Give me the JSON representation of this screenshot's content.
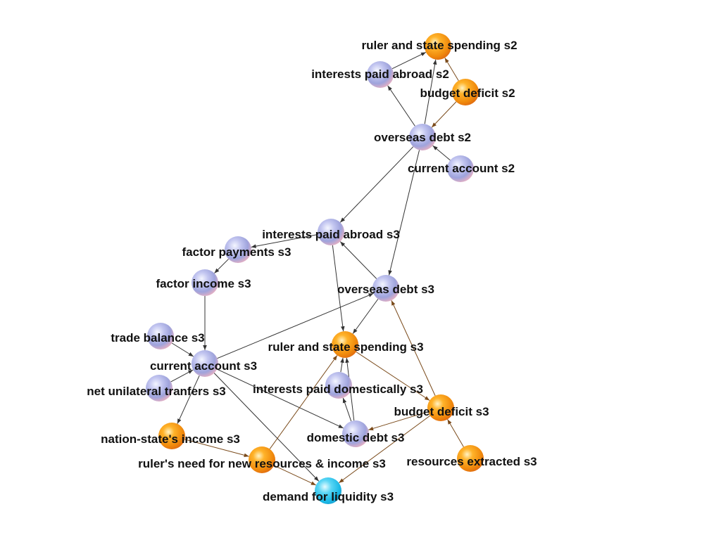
{
  "nodes": [
    {
      "id": "rss2",
      "label": "ruler and state spending s2",
      "kind": "orange"
    },
    {
      "id": "ipa2",
      "label": "interests paid abroad s2",
      "kind": "blue"
    },
    {
      "id": "bd2",
      "label": "budget deficit s2",
      "kind": "orange"
    },
    {
      "id": "od2",
      "label": "overseas debt s2",
      "kind": "blue"
    },
    {
      "id": "ca2",
      "label": "current account s2",
      "kind": "blue"
    },
    {
      "id": "ipa3",
      "label": "interests paid abroad s3",
      "kind": "blue"
    },
    {
      "id": "fp3",
      "label": "factor payments s3",
      "kind": "blue"
    },
    {
      "id": "fi3",
      "label": "factor income s3",
      "kind": "blue"
    },
    {
      "id": "od3",
      "label": "overseas debt s3",
      "kind": "blue"
    },
    {
      "id": "tb3",
      "label": "trade balance s3",
      "kind": "blue"
    },
    {
      "id": "rss3",
      "label": "ruler and state spending s3",
      "kind": "orange"
    },
    {
      "id": "ca3",
      "label": "current account s3",
      "kind": "blue"
    },
    {
      "id": "nut3",
      "label": "net unilateral tranfers s3",
      "kind": "blue"
    },
    {
      "id": "ipd3",
      "label": "interests paid domestically s3",
      "kind": "blue"
    },
    {
      "id": "bd3",
      "label": "budget deficit s3",
      "kind": "orange"
    },
    {
      "id": "nsi3",
      "label": "nation-state's income s3",
      "kind": "orange"
    },
    {
      "id": "dd3",
      "label": "domestic debt s3",
      "kind": "blue"
    },
    {
      "id": "rnr3",
      "label": "ruler's need for new resources & income s3",
      "kind": "orange"
    },
    {
      "id": "re3",
      "label": "resources extracted s3",
      "kind": "orange"
    },
    {
      "id": "dl3",
      "label": "demand for liquidity s3",
      "kind": "cyan"
    }
  ],
  "edges": [
    {
      "from": "ipa2",
      "to": "rss2"
    },
    {
      "from": "bd2",
      "to": "rss2"
    },
    {
      "from": "od2",
      "to": "rss2"
    },
    {
      "from": "od2",
      "to": "ipa2"
    },
    {
      "from": "bd2",
      "to": "od2"
    },
    {
      "from": "ca2",
      "to": "od2"
    },
    {
      "from": "od2",
      "to": "ipa3"
    },
    {
      "from": "od2",
      "to": "od3"
    },
    {
      "from": "ipa3",
      "to": "fp3"
    },
    {
      "from": "fp3",
      "to": "fi3"
    },
    {
      "from": "fi3",
      "to": "ca3"
    },
    {
      "from": "od3",
      "to": "ipa3"
    },
    {
      "from": "ipa3",
      "to": "rss3"
    },
    {
      "from": "od3",
      "to": "rss3"
    },
    {
      "from": "ca3",
      "to": "od3"
    },
    {
      "from": "tb3",
      "to": "ca3"
    },
    {
      "from": "nut3",
      "to": "ca3"
    },
    {
      "from": "ca3",
      "to": "nsi3"
    },
    {
      "from": "ca3",
      "to": "dd3"
    },
    {
      "from": "ca3",
      "to": "dl3"
    },
    {
      "from": "ipd3",
      "to": "rss3"
    },
    {
      "from": "dd3",
      "to": "ipd3"
    },
    {
      "from": "dd3",
      "to": "rss3"
    },
    {
      "from": "rss3",
      "to": "bd3"
    },
    {
      "from": "bd3",
      "to": "dd3"
    },
    {
      "from": "bd3",
      "to": "od3"
    },
    {
      "from": "bd3",
      "to": "dl3"
    },
    {
      "from": "re3",
      "to": "bd3"
    },
    {
      "from": "rnr3",
      "to": "rss3"
    },
    {
      "from": "rnr3",
      "to": "dl3"
    },
    {
      "from": "nsi3",
      "to": "rnr3"
    }
  ],
  "colors": {
    "blue": "#a9aee6",
    "orange": "#f2900e",
    "cyan": "#2cc9ee",
    "edge": "#333333",
    "edge_warm": "#7a4a1a"
  }
}
